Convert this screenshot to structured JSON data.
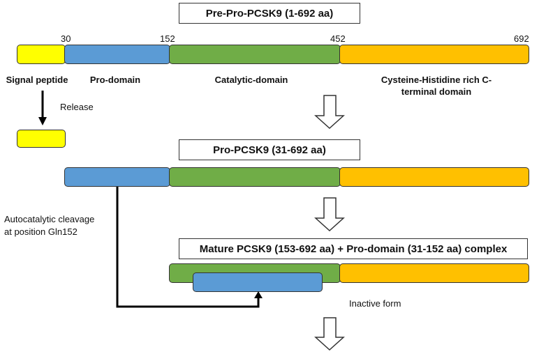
{
  "titles": {
    "preproprotein": "Pre-Pro-PCSK9 (1-692 aa)",
    "proprotein": "Pro-PCSK9 (31-692 aa)",
    "mature": "Mature PCSK9 (153-692 aa) + Pro-domain (31-152 aa) complex"
  },
  "positions": {
    "p30": "30",
    "p152": "152",
    "p452": "452",
    "p692": "692"
  },
  "domains": {
    "signal_peptide": "Signal peptide",
    "pro_domain": "Pro-domain",
    "catalytic_domain": "Catalytic-domain",
    "chrd_line1": "Cysteine-Histidine rich C-",
    "chrd_line2": "terminal domain"
  },
  "notes": {
    "release": "Release",
    "cleavage_line1": "Autocatalytic cleavage",
    "cleavage_line2": "at position Gln152",
    "inactive": "Inactive form"
  },
  "colors": {
    "signal": "#FFFF00",
    "pro": "#5B9BD5",
    "catalytic": "#70AD47",
    "chrd": "#FFC000"
  }
}
